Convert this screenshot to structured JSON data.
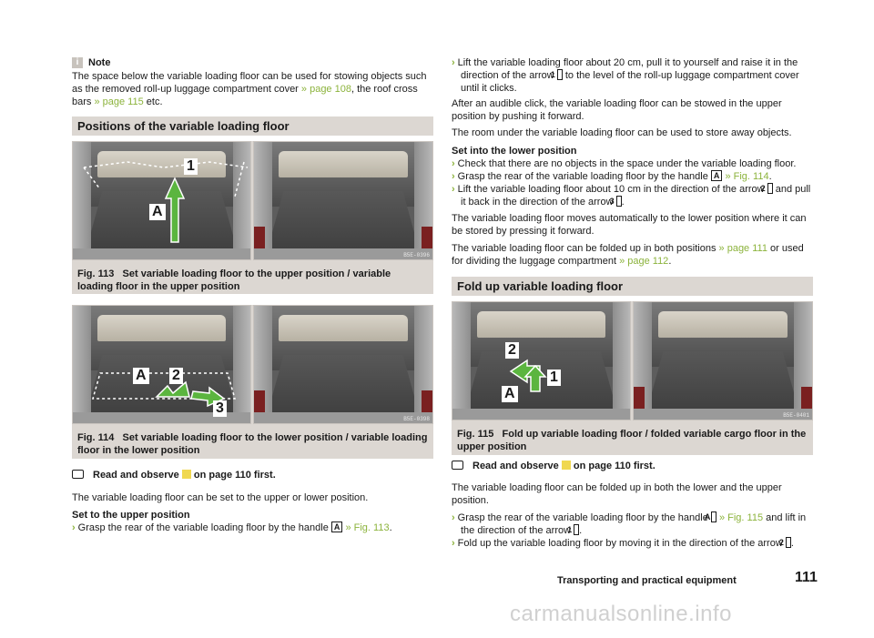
{
  "left": {
    "note": {
      "icon": "info-icon",
      "icon_glyph": "i",
      "title": "Note",
      "text_parts": [
        "The space below the variable loading floor can be used for stowing objects such as the removed roll-up luggage compartment cover ",
        "» page 108",
        ", the roof cross bars ",
        "» page 115",
        " etc."
      ]
    },
    "section_title": "Positions of the variable loading floor",
    "fig113": {
      "code": "B5E-0396",
      "callouts": [
        "1",
        "A"
      ],
      "caption_label": "Fig. 113",
      "caption_text": "Set variable loading floor to the upper position / variable loading floor in the upper position"
    },
    "fig114": {
      "code": "B5E-0398",
      "callouts": [
        "A",
        "2",
        "3"
      ],
      "caption_label": "Fig. 114",
      "caption_text": "Set variable loading floor to the lower position / variable loading floor in the lower position"
    },
    "read_observe": [
      "Read and observe",
      "on page 110 first."
    ],
    "para1": "The variable loading floor can be set to the upper or lower position.",
    "upper_heading": "Set to the upper position",
    "upper_step1": [
      "Grasp the rear of the variable loading floor by the handle",
      "A",
      "» Fig. 113",
      "."
    ]
  },
  "right": {
    "step_lift": [
      "Lift the variable loading floor about 20 cm, pull it to yourself and raise it in the direction of the arrow",
      "1",
      "to the level of the roll-up luggage compartment cover until it clicks."
    ],
    "para_click": "After an audible click, the variable loading floor can be stowed in the upper position by pushing it forward.",
    "para_room": "The room under the variable loading floor can be used to store away objects.",
    "lower_heading": "Set into the lower position",
    "lower_step1": "Check that there are no objects in the space under the variable loading floor.",
    "lower_step2": [
      "Grasp the rear of the variable loading floor by the handle",
      "A",
      "» Fig. 114",
      "."
    ],
    "lower_step3": [
      "Lift the variable loading floor about 10 cm in the direction of the arrow",
      "2",
      "and pull it back in the direction of the arrow",
      "3",
      "."
    ],
    "para_auto": "The variable loading floor moves automatically to the lower position where it can be stored by pressing it forward.",
    "para_fold": [
      "The variable loading floor can be folded up in both positions ",
      "» page 111",
      " or used for dividing the luggage compartment ",
      "» page 112",
      "."
    ],
    "section_title": "Fold up variable loading floor",
    "fig115": {
      "code": "B5E-0401",
      "callouts": [
        "2",
        "1",
        "A"
      ],
      "caption_label": "Fig. 115",
      "caption_text": "Fold up variable loading floor / folded variable cargo floor in the upper position"
    },
    "read_observe": [
      "Read and observe",
      "on page 110 first."
    ],
    "para_both": "The variable loading floor can be folded up in both the lower and the upper position.",
    "fold_step1": [
      "Grasp the rear of the variable loading floor by the handle",
      "A",
      "» Fig. 115",
      "and lift in the direction of the arrow",
      "1",
      "."
    ],
    "fold_step2": [
      "Fold up the variable loading floor by moving it in the direction of the arrow",
      "2",
      "."
    ]
  },
  "footer": {
    "section": "Transporting and practical equipment",
    "page_number": "111"
  },
  "watermark": "carmanualsonline.info",
  "colors": {
    "accent_green": "#8cb33c",
    "section_bar": "#dcd7d2",
    "warning_yellow": "#f0d850"
  }
}
